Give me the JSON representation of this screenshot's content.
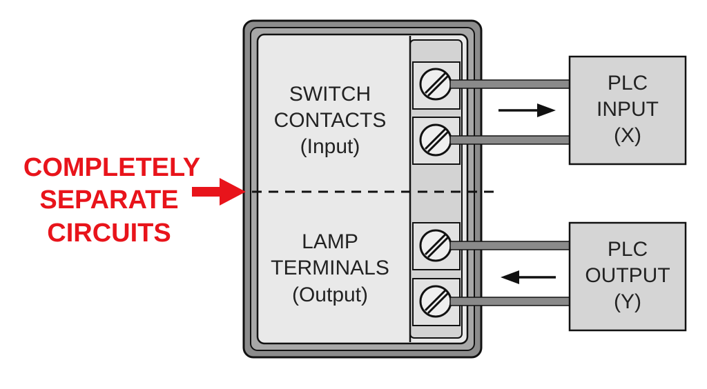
{
  "annotation": {
    "lines": [
      "COMPLETELY",
      "SEPARATE",
      "CIRCUITS"
    ],
    "color": "#e8141b"
  },
  "device": {
    "upper_section": {
      "lines": [
        "SWITCH",
        "CONTACTS",
        "(Input)"
      ]
    },
    "lower_section": {
      "lines": [
        "LAMP",
        "TERMINALS",
        "(Output)"
      ]
    }
  },
  "plc_input": {
    "lines": [
      "PLC",
      "INPUT",
      "(X)"
    ],
    "signal_direction": "right"
  },
  "plc_output": {
    "lines": [
      "PLC",
      "OUTPUT",
      "(Y)"
    ],
    "signal_direction": "left"
  },
  "colors": {
    "housing_outer": "#8c8c8c",
    "housing_inner": "#a8a8a8",
    "panel": "#e9e9e9",
    "terminal_strip": "#d3d3d3",
    "plc_box": "#d5d5d5",
    "wire": "#8a8a8a",
    "ink": "#111111"
  }
}
